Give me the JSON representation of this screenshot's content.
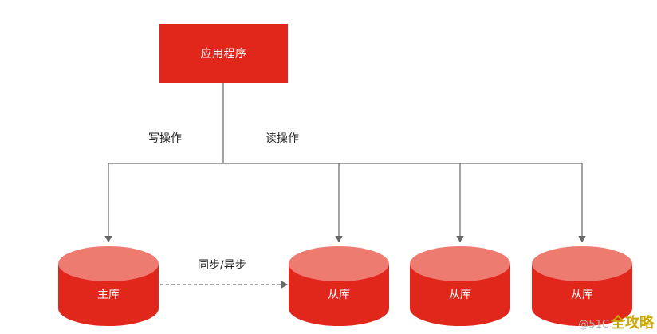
{
  "app": {
    "label": "应用程序"
  },
  "edges": {
    "write_label": "写操作",
    "read_label": "读操作",
    "sync_label": "同步/异步"
  },
  "databases": {
    "master": {
      "label": "主库"
    },
    "slaves": [
      {
        "label": "从库"
      },
      {
        "label": "从库"
      },
      {
        "label": "从库"
      }
    ]
  },
  "watermark": {
    "prefix": "@51C",
    "text": "全攻略"
  },
  "colors": {
    "primary_red": "#e1261c",
    "db_top": "#ee7b70",
    "line": "#666666"
  }
}
